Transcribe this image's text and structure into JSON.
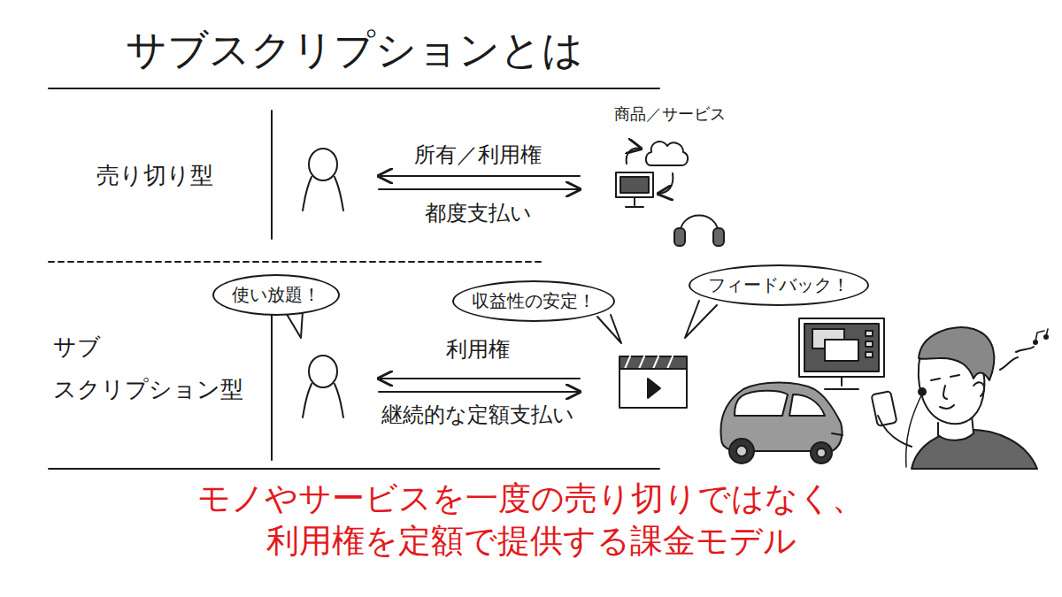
{
  "diagram": {
    "title": "サブスクリプションとは",
    "caption": "モノやサービスを一度の売り切りではなく、 利用権を定額で提供する課金モデル",
    "nodes": [
      {
        "text": [
          "使い放題！"
        ]
      },
      {
        "text": [
          "収益性の安定！"
        ]
      },
      {
        "text": [
          "フィードバック！"
        ]
      }
    ],
    "labels": [
      "売り切り型",
      "商品／サービス",
      "所有／利用権",
      "都度支払い",
      "サブ スクリプション型",
      "利用権",
      "継続的な定額支払い"
    ]
  }
}
